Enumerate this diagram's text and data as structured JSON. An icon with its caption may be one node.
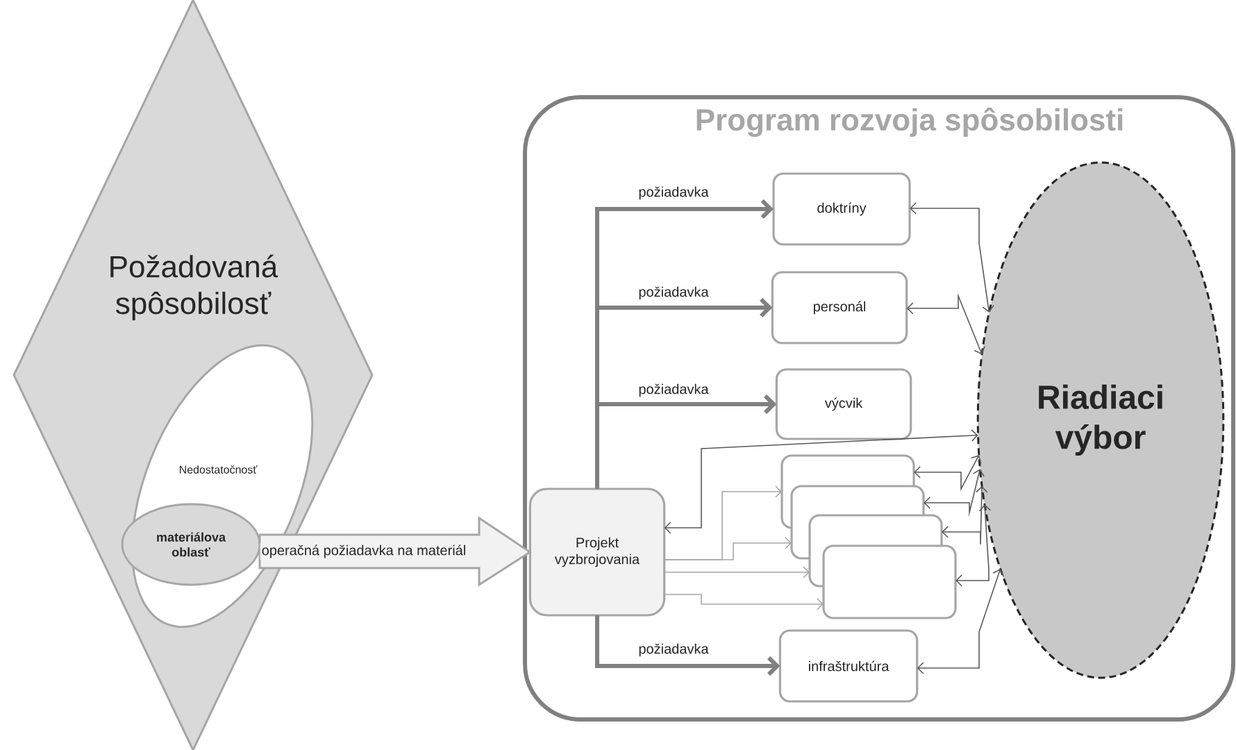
{
  "diagram": {
    "nodes": [
      {
        "text": [
          "Požadovaná spôsobilosť"
        ]
      },
      {
        "text": [
          "Nedostatočnosť"
        ],
        "in": 0
      },
      {
        "text": [
          "materiálova oblasť"
        ],
        "in": 1
      },
      {
        "text": [
          "Program rozvoja spôsobilosti"
        ]
      },
      {
        "text": [
          "Projekt vyzbrojovania"
        ],
        "in": 3
      },
      {
        "text": [
          "doktríny"
        ],
        "in": 3
      },
      {
        "text": [
          "personál"
        ],
        "in": 3
      },
      {
        "text": [
          "výcvik"
        ],
        "in": 3
      },
      {
        "text": [],
        "shape": "box",
        "in": 3
      },
      {
        "text": [],
        "shape": "box",
        "in": 3
      },
      {
        "text": [],
        "shape": "box",
        "in": 3
      },
      {
        "text": [],
        "shape": "box",
        "in": 3
      },
      {
        "text": [
          "infraštruktúra"
        ],
        "in": 3
      },
      {
        "text": [
          "Riadiaci výbor"
        ],
        "in": 3
      }
    ],
    "edges": [
      {
        "from": 2,
        "to": 4,
        "arrow": "to",
        "label": "operačná požiadavka na materiál",
        "style": "thick",
        "color": "#a6a6a6"
      },
      {
        "from": 4,
        "to": 5,
        "arrow": "to",
        "label": "požiadavka",
        "style": "thick",
        "color": "#808080"
      },
      {
        "from": 4,
        "to": 6,
        "arrow": "to",
        "label": "požiadavka",
        "style": "thick",
        "color": "#808080"
      },
      {
        "from": 4,
        "to": 7,
        "arrow": "to",
        "label": "požiadavka",
        "style": "thick",
        "color": "#808080"
      },
      {
        "from": 4,
        "to": 12,
        "arrow": "to",
        "label": "požiadavka",
        "style": "thick",
        "color": "#808080"
      },
      {
        "from": 5,
        "to": 13,
        "arrow": "both"
      },
      {
        "from": 6,
        "to": 13,
        "arrow": "both"
      },
      {
        "from": 4,
        "to": 13,
        "arrow": "both"
      },
      {
        "from": 4,
        "to": 8,
        "arrow": "to",
        "color": "#a6a6a6"
      },
      {
        "from": 4,
        "to": 9,
        "arrow": "to",
        "color": "#a6a6a6"
      },
      {
        "from": 4,
        "to": 10,
        "arrow": "to",
        "color": "#a6a6a6"
      },
      {
        "from": 4,
        "to": 11,
        "arrow": "to",
        "color": "#a6a6a6"
      },
      {
        "from": 8,
        "to": 13,
        "arrow": "both"
      },
      {
        "from": 9,
        "to": 13,
        "arrow": "both"
      },
      {
        "from": 10,
        "to": 13,
        "arrow": "both"
      },
      {
        "from": 11,
        "to": 13,
        "arrow": "both"
      },
      {
        "from": 12,
        "to": 13,
        "arrow": "both"
      }
    ]
  }
}
